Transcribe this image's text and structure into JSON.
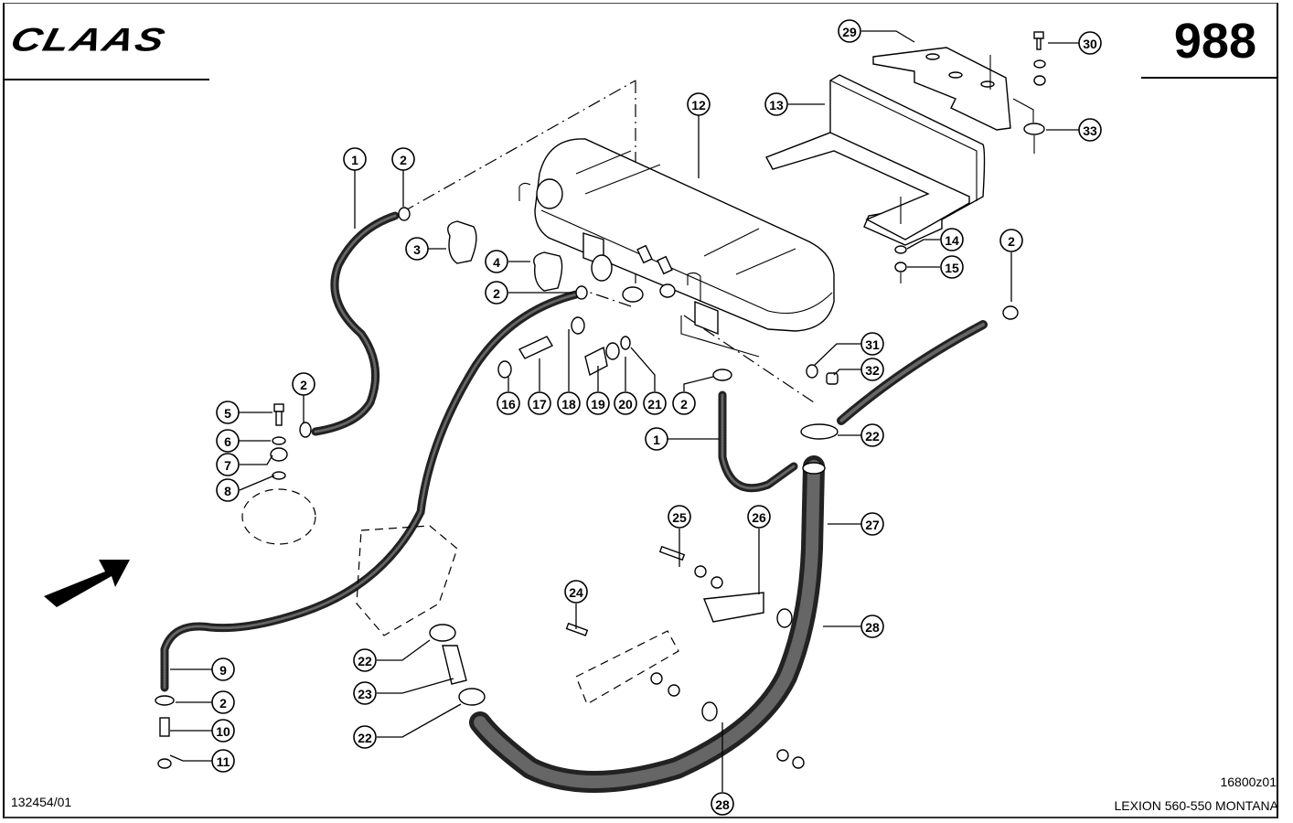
{
  "header": {
    "brand": "CLAAS",
    "page_number": "988"
  },
  "footer": {
    "document_number": "132454/01",
    "drawing_number": "16800z01",
    "model": "LEXION 560-550 MONTANA"
  },
  "direction_arrow": "travel-direction-arrow",
  "callouts": [
    {
      "id": "c1a",
      "label": "1"
    },
    {
      "id": "c2a",
      "label": "2"
    },
    {
      "id": "c3",
      "label": "3"
    },
    {
      "id": "c4",
      "label": "4"
    },
    {
      "id": "c2b",
      "label": "2"
    },
    {
      "id": "c2c",
      "label": "2"
    },
    {
      "id": "c5",
      "label": "5"
    },
    {
      "id": "c6",
      "label": "6"
    },
    {
      "id": "c7",
      "label": "7"
    },
    {
      "id": "c8",
      "label": "8"
    },
    {
      "id": "c9",
      "label": "9"
    },
    {
      "id": "c2d",
      "label": "2"
    },
    {
      "id": "c10",
      "label": "10"
    },
    {
      "id": "c11",
      "label": "11"
    },
    {
      "id": "c12",
      "label": "12"
    },
    {
      "id": "c13",
      "label": "13"
    },
    {
      "id": "c29",
      "label": "29"
    },
    {
      "id": "c30",
      "label": "30"
    },
    {
      "id": "c33",
      "label": "33"
    },
    {
      "id": "c14",
      "label": "14"
    },
    {
      "id": "c15",
      "label": "15"
    },
    {
      "id": "c2e",
      "label": "2"
    },
    {
      "id": "c31",
      "label": "31"
    },
    {
      "id": "c32",
      "label": "32"
    },
    {
      "id": "c16",
      "label": "16"
    },
    {
      "id": "c17",
      "label": "17"
    },
    {
      "id": "c18",
      "label": "18"
    },
    {
      "id": "c19",
      "label": "19"
    },
    {
      "id": "c20",
      "label": "20"
    },
    {
      "id": "c21",
      "label": "21"
    },
    {
      "id": "c2f",
      "label": "2"
    },
    {
      "id": "c1b",
      "label": "1"
    },
    {
      "id": "c22a",
      "label": "22"
    },
    {
      "id": "c27",
      "label": "27"
    },
    {
      "id": "c25",
      "label": "25"
    },
    {
      "id": "c26",
      "label": "26"
    },
    {
      "id": "c28a",
      "label": "28"
    },
    {
      "id": "c24",
      "label": "24"
    },
    {
      "id": "c22b",
      "label": "22"
    },
    {
      "id": "c23",
      "label": "23"
    },
    {
      "id": "c22c",
      "label": "22"
    },
    {
      "id": "c28b",
      "label": "28"
    }
  ]
}
